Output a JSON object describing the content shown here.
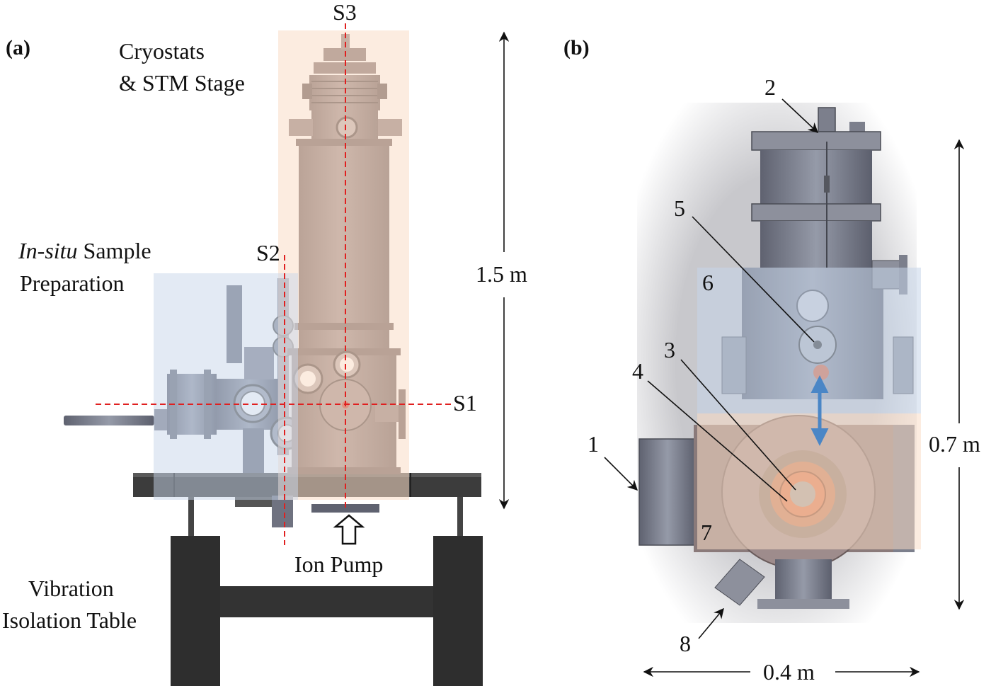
{
  "panel_a": {
    "tag": "(a)",
    "labels": {
      "cryo_line1": "Cryostats",
      "cryo_line2": "& STM Stage",
      "prep_line1_italic": "In-situ",
      "prep_line1_rest": " Sample",
      "prep_line2": "Preparation",
      "vib_line1": "Vibration",
      "vib_line2": "Isolation Table",
      "ion_pump": "Ion Pump",
      "s1": "S1",
      "s2": "S2",
      "s3": "S3",
      "height": "1.5 m"
    }
  },
  "panel_b": {
    "tag": "(b)",
    "labels": {
      "n1": "1",
      "n2": "2",
      "n3": "3",
      "n4": "4",
      "n5": "5",
      "n6": "6",
      "n7": "7",
      "n8": "8",
      "height": "0.7 m",
      "width": "0.4 m"
    }
  },
  "colors": {
    "chamber": "#8a7a7a",
    "steel": "#7c7f8c",
    "cryo_highlight": "#f9dcc6",
    "prep_highlight": "#c7d6ea",
    "axis_line": "#e02020",
    "transfer_arrow": "#4a86c6",
    "table": "#2b2b2b"
  }
}
